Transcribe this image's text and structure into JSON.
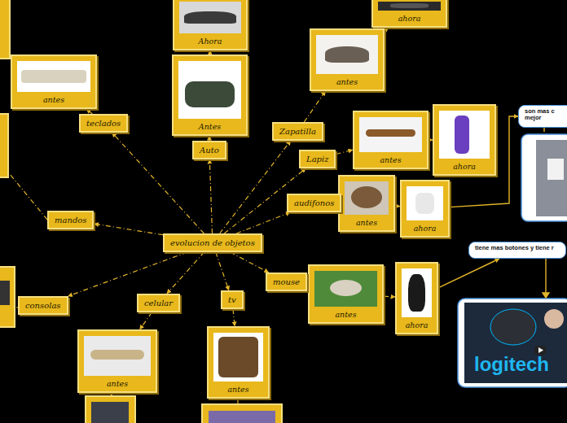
{
  "diagram": {
    "nodes": [
      {
        "text": [
          "Ahora"
        ]
      },
      {
        "text": [
          "ahora"
        ]
      },
      {
        "text": [
          "antes"
        ]
      },
      {
        "text": [
          "antes"
        ]
      },
      {
        "text": [
          "Antes"
        ]
      },
      {
        "text": [
          "son mas c mejor"
        ]
      },
      {
        "text": [
          "teclados"
        ]
      },
      {
        "text": [
          "Zapatilla"
        ]
      },
      {
        "text": [
          "antes"
        ]
      },
      {
        "text": [
          "ahora"
        ]
      },
      {
        "text": [
          "Auto"
        ]
      },
      {
        "text": [
          "Lapiz"
        ]
      },
      {
        "text": [
          "antes"
        ]
      },
      {
        "text": [
          "audifonos"
        ]
      },
      {
        "text": [
          "ahora"
        ]
      },
      {
        "text": [
          "mandos"
        ]
      },
      {
        "text": [
          "evolucion de objetos"
        ]
      },
      {
        "text": [
          "tiene mas botones y tiene r"
        ]
      },
      {
        "text": [
          "ahora"
        ]
      },
      {
        "text": [
          "antes"
        ]
      },
      {
        "text": [
          "mouse"
        ]
      },
      {
        "text": [
          "tv"
        ]
      },
      {
        "text": [
          "celular"
        ]
      },
      {
        "text": [
          "consolas"
        ]
      },
      {
        "text": [
          "antes"
        ]
      },
      {
        "text": [
          "antes"
        ]
      }
    ],
    "edges": [
      {
        "from": 16,
        "to": 6,
        "arrow": "to"
      },
      {
        "from": 16,
        "to": 10,
        "arrow": "to"
      },
      {
        "from": 16,
        "to": 7,
        "arrow": "to"
      },
      {
        "from": 16,
        "to": 11,
        "arrow": "to"
      },
      {
        "from": 16,
        "to": 13,
        "arrow": "to"
      },
      {
        "from": 16,
        "to": 20,
        "arrow": "to"
      },
      {
        "from": 16,
        "to": 21,
        "arrow": "to"
      },
      {
        "from": 16,
        "to": 22,
        "arrow": "to"
      },
      {
        "from": 16,
        "to": 23,
        "arrow": "to"
      },
      {
        "from": 16,
        "to": 15,
        "arrow": "to"
      },
      {
        "from": 6,
        "to": 3,
        "arrow": "to"
      },
      {
        "from": 10,
        "to": 4,
        "arrow": "to"
      },
      {
        "from": 4,
        "to": 0,
        "arrow": "to"
      },
      {
        "from": 7,
        "to": 2,
        "arrow": "to"
      },
      {
        "from": 2,
        "to": 1,
        "arrow": "to"
      },
      {
        "from": 11,
        "to": 8,
        "arrow": "to"
      },
      {
        "from": 8,
        "to": 9,
        "arrow": "to"
      },
      {
        "from": 13,
        "to": 12,
        "arrow": "to"
      },
      {
        "from": 12,
        "to": 14,
        "arrow": "to"
      },
      {
        "from": 14,
        "to": 5,
        "arrow": "to"
      },
      {
        "from": 20,
        "to": 19,
        "arrow": "to"
      },
      {
        "from": 19,
        "to": 18,
        "arrow": "to"
      },
      {
        "from": 18,
        "to": 17,
        "arrow": "to"
      },
      {
        "from": 21,
        "to": 25,
        "arrow": "to"
      },
      {
        "from": 22,
        "to": 24,
        "arrow": "to"
      }
    ],
    "labels": [
      "logitech"
    ]
  }
}
